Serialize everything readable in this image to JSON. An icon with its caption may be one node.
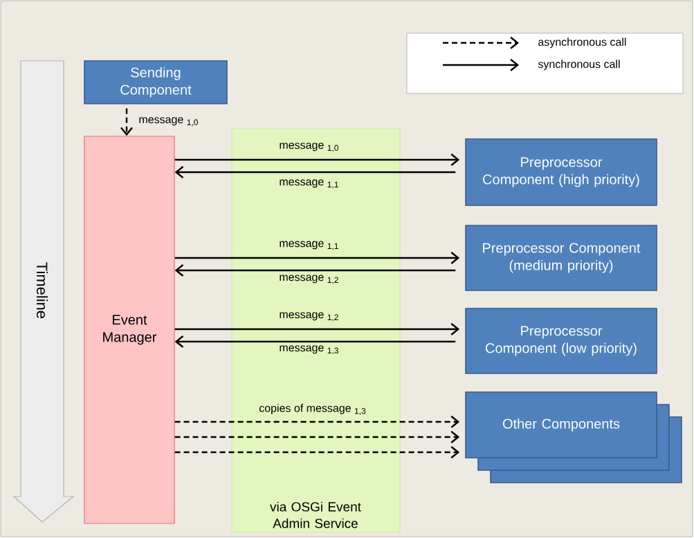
{
  "diagram": {
    "nodes": [
      {
        "text": [
          "Sending Component"
        ]
      },
      {
        "text": [
          "Event Manager"
        ]
      },
      {
        "text": [
          "Preprocessor Component (high priority)"
        ]
      },
      {
        "text": [
          "Preprocessor Component (medium priority)"
        ]
      },
      {
        "text": [
          "Preprocessor Component (low priority)"
        ]
      },
      {
        "text": [
          "Other Components"
        ]
      },
      {
        "text": [
          "Timeline"
        ]
      }
    ],
    "edges": [
      {
        "from": 0,
        "to": 1,
        "arrow": "to",
        "style": "dashed",
        "label": "message $_{1,0}$"
      },
      {
        "from": 1,
        "to": 2,
        "arrow": "to",
        "label": "message $_{1,0}$"
      },
      {
        "from": 2,
        "to": 1,
        "arrow": "to",
        "label": "message $_{1,1}$"
      },
      {
        "from": 1,
        "to": 3,
        "arrow": "to",
        "label": "message $_{1,1}$"
      },
      {
        "from": 3,
        "to": 1,
        "arrow": "to",
        "label": "message $_{1,2}$"
      },
      {
        "from": 1,
        "to": 4,
        "arrow": "to",
        "label": "message $_{1,2}$"
      },
      {
        "from": 4,
        "to": 1,
        "arrow": "to",
        "label": "message $_{1,3}$"
      },
      {
        "from": 1,
        "to": 5,
        "arrow": "to",
        "style": "dashed",
        "label": "copies of message $_{1,3}$"
      },
      {
        "from": 1,
        "to": 5,
        "arrow": "to",
        "style": "dashed"
      },
      {
        "from": 1,
        "to": 5,
        "arrow": "to",
        "style": "dashed"
      }
    ],
    "labels": [
      "via OSGi Event Admin Service"
    ],
    "legend": [
      {
        "text": "asynchronous call"
      },
      {
        "text": "synchronous call"
      }
    ]
  }
}
